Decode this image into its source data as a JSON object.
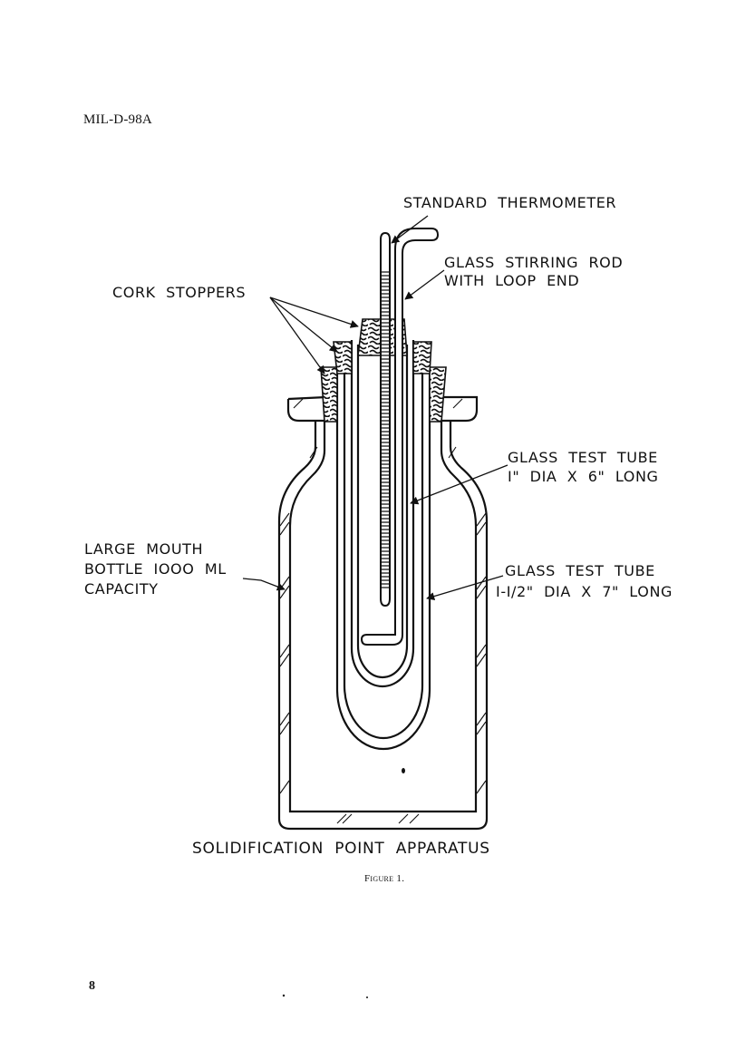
{
  "header": {
    "doc_id": "MIL-D-98A"
  },
  "page_number": "8",
  "diagram": {
    "labels": {
      "standard_thermometer": "STANDARD  THERMOMETER",
      "stirring_rod_line1": "GLASS  STIRRING  ROD",
      "stirring_rod_line2": "WITH  LOOP  END",
      "cork_stoppers": "CORK  STOPPERS",
      "inner_tube_line1": "GLASS  TEST  TUBE",
      "inner_tube_line2": "I\"  DIA  X  6\"  LONG",
      "outer_tube_line1": "GLASS  TEST  TUBE",
      "outer_tube_line2": "I-I/2\"  DIA  X  7\"  LONG",
      "bottle_line1": "LARGE  MOUTH",
      "bottle_line2": "BOTTLE  IOOO  ML",
      "bottle_line3": "CAPACITY"
    },
    "title": "SOLIDIFICATION  POINT  APPARATUS",
    "caption": "Figure 1."
  }
}
